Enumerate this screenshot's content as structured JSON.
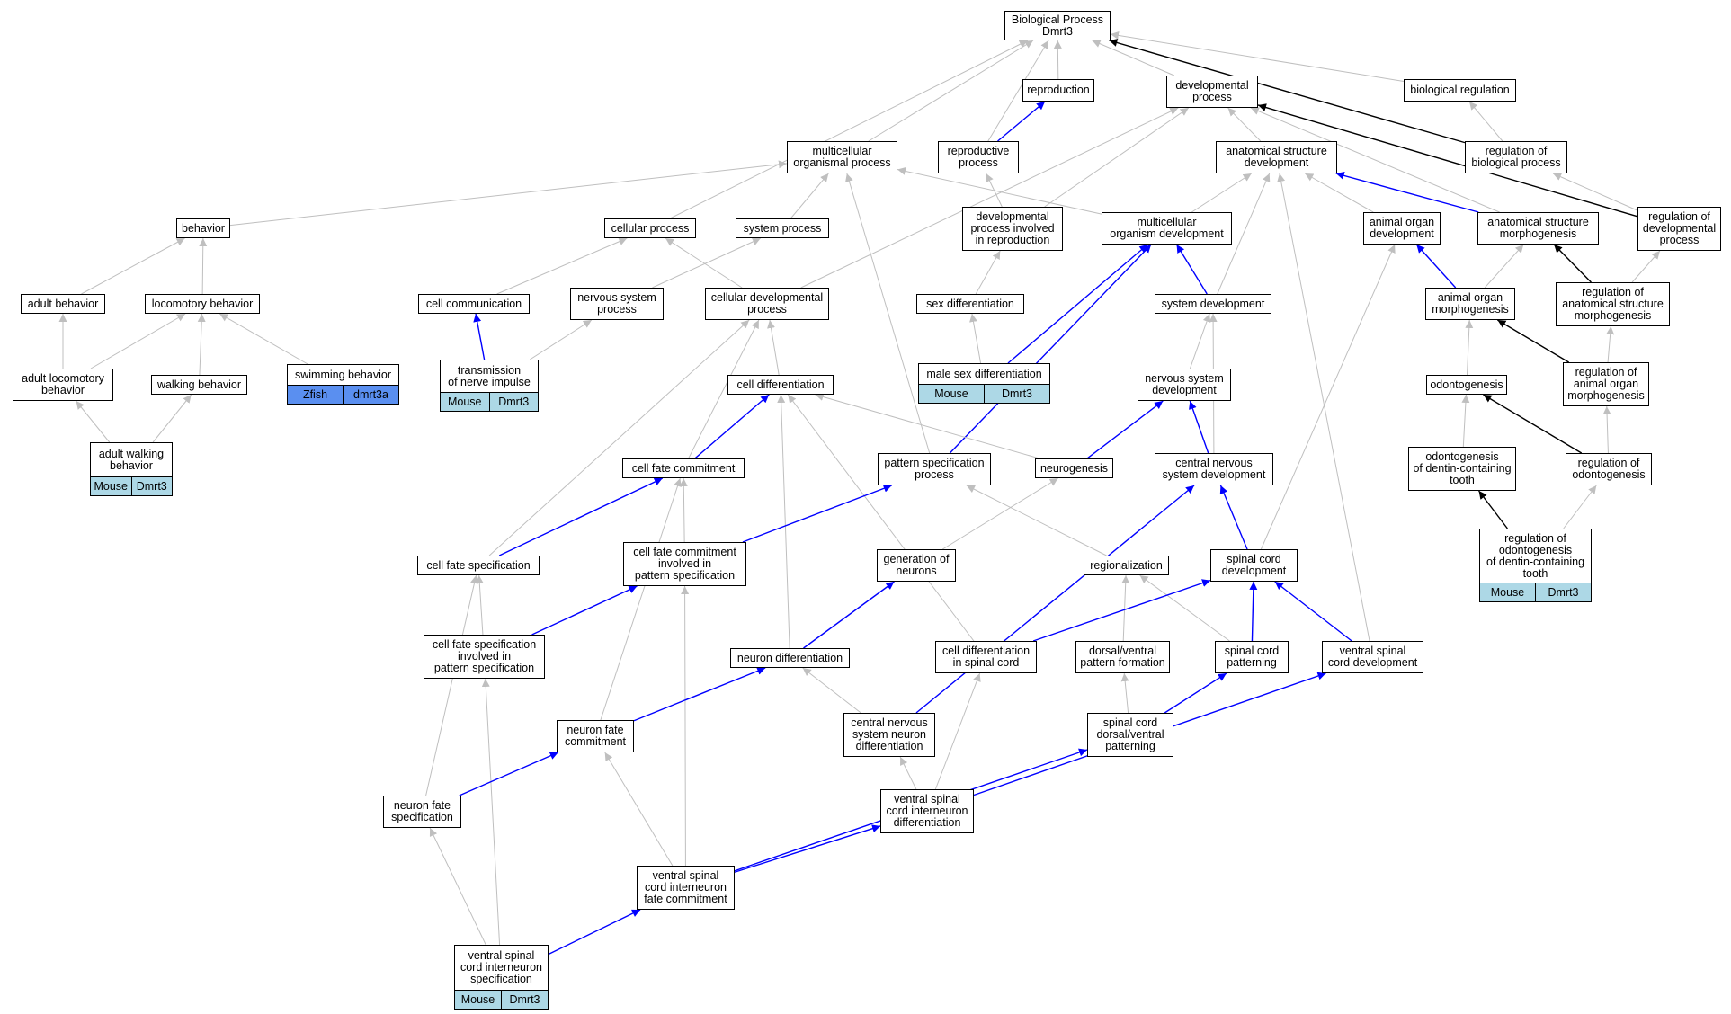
{
  "colors": {
    "gray": "#bfbfbf",
    "blue": "#0000ff",
    "black": "#000000",
    "mouse": "#add8e6",
    "zfish": "#5a8ff0"
  },
  "nodes": [
    {
      "id": "bp",
      "label": "Biological Process\nDmrt3"
    },
    {
      "id": "repro",
      "label": "reproduction"
    },
    {
      "id": "devproc",
      "label": "developmental\nprocess"
    },
    {
      "id": "bioreg",
      "label": "biological regulation"
    },
    {
      "id": "multiorg",
      "label": "multicellular\norganismal process"
    },
    {
      "id": "reproproc",
      "label": "reproductive\nprocess"
    },
    {
      "id": "asd",
      "label": "anatomical structure\ndevelopment"
    },
    {
      "id": "regbio",
      "label": "regulation of\nbiological process"
    },
    {
      "id": "behavior",
      "label": "behavior"
    },
    {
      "id": "cellproc",
      "label": "cellular process"
    },
    {
      "id": "sysproc",
      "label": "system process"
    },
    {
      "id": "devrepro",
      "label": "developmental\nprocess involved\nin reproduction"
    },
    {
      "id": "mod",
      "label": "multicellular\norganism development"
    },
    {
      "id": "aod",
      "label": "animal organ\ndevelopment"
    },
    {
      "id": "asm",
      "label": "anatomical structure\nmorphogenesis"
    },
    {
      "id": "regdev",
      "label": "regulation of\ndevelopmental\nprocess"
    },
    {
      "id": "adultbeh",
      "label": "adult behavior"
    },
    {
      "id": "locobeh",
      "label": "locomotory behavior"
    },
    {
      "id": "cellcomm",
      "label": "cell communication"
    },
    {
      "id": "nsproc",
      "label": "nervous system\nprocess"
    },
    {
      "id": "celldev",
      "label": "cellular developmental\nprocess"
    },
    {
      "id": "sexdiff",
      "label": "sex differentiation"
    },
    {
      "id": "sysdev",
      "label": "system development"
    },
    {
      "id": "aom",
      "label": "animal organ\nmorphogenesis"
    },
    {
      "id": "regasm",
      "label": "regulation of\nanatomical structure\nmorphogenesis"
    },
    {
      "id": "adultloco",
      "label": "adult locomotory\nbehavior"
    },
    {
      "id": "walkbeh",
      "label": "walking behavior"
    },
    {
      "id": "swimbeh",
      "label": "swimming behavior",
      "table": [
        "Zfish",
        "dmrt3a"
      ],
      "tableColor": "zfish"
    },
    {
      "id": "transnerve",
      "label": "transmission\nof nerve impulse",
      "table": [
        "Mouse",
        "Dmrt3"
      ],
      "tableColor": "mouse"
    },
    {
      "id": "cellfatediff",
      "label": "cell differentiation"
    },
    {
      "id": "malesex",
      "label": "male sex differentiation",
      "table": [
        "Mouse",
        "Dmrt3"
      ],
      "tableColor": "mouse"
    },
    {
      "id": "nsdev",
      "label": "nervous system\ndevelopment"
    },
    {
      "id": "odonto",
      "label": "odontogenesis"
    },
    {
      "id": "regaom",
      "label": "regulation of\nanimal organ\nmorphogenesis"
    },
    {
      "id": "adultwalk",
      "label": "adult walking\nbehavior",
      "table": [
        "Mouse",
        "Dmrt3"
      ],
      "tableColor": "mouse"
    },
    {
      "id": "cfc",
      "label": "cell fate commitment"
    },
    {
      "id": "patspec",
      "label": "pattern specification\nprocess"
    },
    {
      "id": "neurogen",
      "label": "neurogenesis"
    },
    {
      "id": "cnsdev",
      "label": "central nervous\nsystem development"
    },
    {
      "id": "odontodentin",
      "label": "odontogenesis\nof dentin-containing\ntooth"
    },
    {
      "id": "regodonto",
      "label": "regulation of\nodontogenesis"
    },
    {
      "id": "cfspec",
      "label": "cell fate specification"
    },
    {
      "id": "cfcpat",
      "label": "cell fate commitment\ninvolved in\npattern specification"
    },
    {
      "id": "genneur",
      "label": "generation of\nneurons"
    },
    {
      "id": "regional",
      "label": "regionalization"
    },
    {
      "id": "scdev",
      "label": "spinal cord\ndevelopment"
    },
    {
      "id": "regodontodentin",
      "label": "regulation of\nodontogenesis\nof dentin-containing\ntooth",
      "table": [
        "Mouse",
        "Dmrt3"
      ],
      "tableColor": "mouse"
    },
    {
      "id": "cfspecpat",
      "label": "cell fate specification\ninvolved in\npattern specification"
    },
    {
      "id": "neurdiff",
      "label": "neuron differentiation"
    },
    {
      "id": "celldiffsc",
      "label": "cell differentiation\nin spinal cord"
    },
    {
      "id": "dvpat",
      "label": "dorsal/ventral\npattern formation"
    },
    {
      "id": "scpat",
      "label": "spinal cord\npatterning"
    },
    {
      "id": "vscdev",
      "label": "ventral spinal\ncord development"
    },
    {
      "id": "nfc",
      "label": "neuron fate\ncommitment"
    },
    {
      "id": "cnsneur",
      "label": "central nervous\nsystem neuron\ndifferentiation"
    },
    {
      "id": "scdvpat",
      "label": "spinal cord\ndorsal/ventral\npatterning"
    },
    {
      "id": "nfspec",
      "label": "neuron fate\nspecification"
    },
    {
      "id": "vscidiff",
      "label": "ventral spinal\ncord interneuron\ndifferentiation"
    },
    {
      "id": "vscifc",
      "label": "ventral spinal\ncord interneuron\nfate commitment"
    },
    {
      "id": "vscispec",
      "label": "ventral spinal\ncord interneuron\nspecification",
      "table": [
        "Mouse",
        "Dmrt3"
      ],
      "tableColor": "mouse"
    }
  ],
  "edges": [
    {
      "from": "repro",
      "to": "bp",
      "color": "gray"
    },
    {
      "from": "devproc",
      "to": "bp",
      "color": "gray"
    },
    {
      "from": "bioreg",
      "to": "bp",
      "color": "gray"
    },
    {
      "from": "multiorg",
      "to": "bp",
      "color": "gray"
    },
    {
      "from": "reproproc",
      "to": "bp",
      "color": "gray"
    },
    {
      "from": "cellproc",
      "to": "bp",
      "color": "gray"
    },
    {
      "from": "regbio",
      "to": "bp",
      "color": "black"
    },
    {
      "from": "reproproc",
      "to": "repro",
      "color": "blue"
    },
    {
      "from": "regbio",
      "to": "bioreg",
      "color": "gray"
    },
    {
      "from": "asd",
      "to": "devproc",
      "color": "gray"
    },
    {
      "from": "devrepro",
      "to": "devproc",
      "color": "gray"
    },
    {
      "from": "celldev",
      "to": "devproc",
      "color": "gray"
    },
    {
      "from": "asm",
      "to": "devproc",
      "color": "gray"
    },
    {
      "from": "regdev",
      "to": "devproc",
      "color": "black"
    },
    {
      "from": "regdev",
      "to": "regbio",
      "color": "gray"
    },
    {
      "from": "devrepro",
      "to": "reproproc",
      "color": "gray"
    },
    {
      "from": "mod",
      "to": "asd",
      "color": "gray"
    },
    {
      "from": "aod",
      "to": "asd",
      "color": "gray"
    },
    {
      "from": "sysdev",
      "to": "asd",
      "color": "gray"
    },
    {
      "from": "vscdev",
      "to": "asd",
      "color": "gray"
    },
    {
      "from": "asm",
      "to": "asd",
      "color": "blue"
    },
    {
      "from": "behavior",
      "to": "multiorg",
      "color": "gray"
    },
    {
      "from": "sysproc",
      "to": "multiorg",
      "color": "gray"
    },
    {
      "from": "mod",
      "to": "multiorg",
      "color": "gray"
    },
    {
      "from": "patspec",
      "to": "multiorg",
      "color": "gray"
    },
    {
      "from": "adultbeh",
      "to": "behavior",
      "color": "gray"
    },
    {
      "from": "locobeh",
      "to": "behavior",
      "color": "gray"
    },
    {
      "from": "cellcomm",
      "to": "cellproc",
      "color": "gray"
    },
    {
      "from": "celldev",
      "to": "cellproc",
      "color": "gray"
    },
    {
      "from": "nsproc",
      "to": "sysproc",
      "color": "gray"
    },
    {
      "from": "sexdiff",
      "to": "devrepro",
      "color": "gray"
    },
    {
      "from": "malesex",
      "to": "mod",
      "color": "blue"
    },
    {
      "from": "patspec",
      "to": "mod",
      "color": "blue"
    },
    {
      "from": "sysdev",
      "to": "mod",
      "color": "blue"
    },
    {
      "from": "aom",
      "to": "aod",
      "color": "blue"
    },
    {
      "from": "scdev",
      "to": "aod",
      "color": "gray"
    },
    {
      "from": "aom",
      "to": "asm",
      "color": "gray"
    },
    {
      "from": "regasm",
      "to": "asm",
      "color": "black"
    },
    {
      "from": "regasm",
      "to": "regdev",
      "color": "gray"
    },
    {
      "from": "adultloco",
      "to": "adultbeh",
      "color": "gray"
    },
    {
      "from": "adultloco",
      "to": "locobeh",
      "color": "gray"
    },
    {
      "from": "walkbeh",
      "to": "locobeh",
      "color": "gray"
    },
    {
      "from": "swimbeh",
      "to": "locobeh",
      "color": "gray"
    },
    {
      "from": "transnerve",
      "to": "cellcomm",
      "color": "blue"
    },
    {
      "from": "transnerve",
      "to": "nsproc",
      "color": "gray"
    },
    {
      "from": "cellfatediff",
      "to": "celldev",
      "color": "gray"
    },
    {
      "from": "cfc",
      "to": "celldev",
      "color": "gray"
    },
    {
      "from": "cfspec",
      "to": "celldev",
      "color": "gray"
    },
    {
      "from": "malesex",
      "to": "sexdiff",
      "color": "gray"
    },
    {
      "from": "nsdev",
      "to": "sysdev",
      "color": "gray"
    },
    {
      "from": "cnsdev",
      "to": "sysdev",
      "color": "gray"
    },
    {
      "from": "odonto",
      "to": "aom",
      "color": "gray"
    },
    {
      "from": "regaom",
      "to": "aom",
      "color": "black"
    },
    {
      "from": "regaom",
      "to": "regasm",
      "color": "gray"
    },
    {
      "from": "adultwalk",
      "to": "adultloco",
      "color": "gray"
    },
    {
      "from": "adultwalk",
      "to": "walkbeh",
      "color": "gray"
    },
    {
      "from": "cfc",
      "to": "cellfatediff",
      "color": "blue"
    },
    {
      "from": "neurogen",
      "to": "cellfatediff",
      "color": "gray"
    },
    {
      "from": "neurdiff",
      "to": "cellfatediff",
      "color": "gray"
    },
    {
      "from": "celldiffsc",
      "to": "cellfatediff",
      "color": "gray"
    },
    {
      "from": "neurogen",
      "to": "nsdev",
      "color": "blue"
    },
    {
      "from": "cnsdev",
      "to": "nsdev",
      "color": "blue"
    },
    {
      "from": "odontodentin",
      "to": "odonto",
      "color": "gray"
    },
    {
      "from": "regodonto",
      "to": "odonto",
      "color": "black"
    },
    {
      "from": "regodonto",
      "to": "regaom",
      "color": "gray"
    },
    {
      "from": "cfspec",
      "to": "cfc",
      "color": "blue"
    },
    {
      "from": "cfcpat",
      "to": "cfc",
      "color": "gray"
    },
    {
      "from": "nfc",
      "to": "cfc",
      "color": "gray"
    },
    {
      "from": "cfcpat",
      "to": "patspec",
      "color": "blue"
    },
    {
      "from": "regional",
      "to": "patspec",
      "color": "gray"
    },
    {
      "from": "genneur",
      "to": "neurogen",
      "color": "gray"
    },
    {
      "from": "scdev",
      "to": "cnsdev",
      "color": "blue"
    },
    {
      "from": "cnsneur",
      "to": "cnsdev",
      "color": "blue"
    },
    {
      "from": "regodontodentin",
      "to": "odontodentin",
      "color": "black"
    },
    {
      "from": "regodontodentin",
      "to": "regodonto",
      "color": "gray"
    },
    {
      "from": "cfspecpat",
      "to": "cfspec",
      "color": "gray"
    },
    {
      "from": "nfspec",
      "to": "cfspec",
      "color": "gray"
    },
    {
      "from": "cfspecpat",
      "to": "cfcpat",
      "color": "blue"
    },
    {
      "from": "vscifc",
      "to": "cfcpat",
      "color": "gray"
    },
    {
      "from": "neurdiff",
      "to": "genneur",
      "color": "blue"
    },
    {
      "from": "dvpat",
      "to": "regional",
      "color": "gray"
    },
    {
      "from": "scpat",
      "to": "regional",
      "color": "gray"
    },
    {
      "from": "celldiffsc",
      "to": "scdev",
      "color": "blue"
    },
    {
      "from": "scpat",
      "to": "scdev",
      "color": "blue"
    },
    {
      "from": "vscdev",
      "to": "scdev",
      "color": "blue"
    },
    {
      "from": "vscispec",
      "to": "cfspecpat",
      "color": "gray"
    },
    {
      "from": "nfc",
      "to": "neurdiff",
      "color": "blue"
    },
    {
      "from": "cnsneur",
      "to": "neurdiff",
      "color": "gray"
    },
    {
      "from": "vscidiff",
      "to": "celldiffsc",
      "color": "gray"
    },
    {
      "from": "scdvpat",
      "to": "dvpat",
      "color": "gray"
    },
    {
      "from": "scdvpat",
      "to": "scpat",
      "color": "blue"
    },
    {
      "from": "vscidiff",
      "to": "vscdev",
      "color": "blue"
    },
    {
      "from": "nfspec",
      "to": "nfc",
      "color": "blue"
    },
    {
      "from": "vscifc",
      "to": "nfc",
      "color": "gray"
    },
    {
      "from": "vscidiff",
      "to": "cnsneur",
      "color": "gray"
    },
    {
      "from": "vscifc",
      "to": "scdvpat",
      "color": "blue"
    },
    {
      "from": "vscispec",
      "to": "nfspec",
      "color": "gray"
    },
    {
      "from": "vscifc",
      "to": "vscidiff",
      "color": "blue"
    },
    {
      "from": "vscispec",
      "to": "vscifc",
      "color": "blue"
    }
  ]
}
